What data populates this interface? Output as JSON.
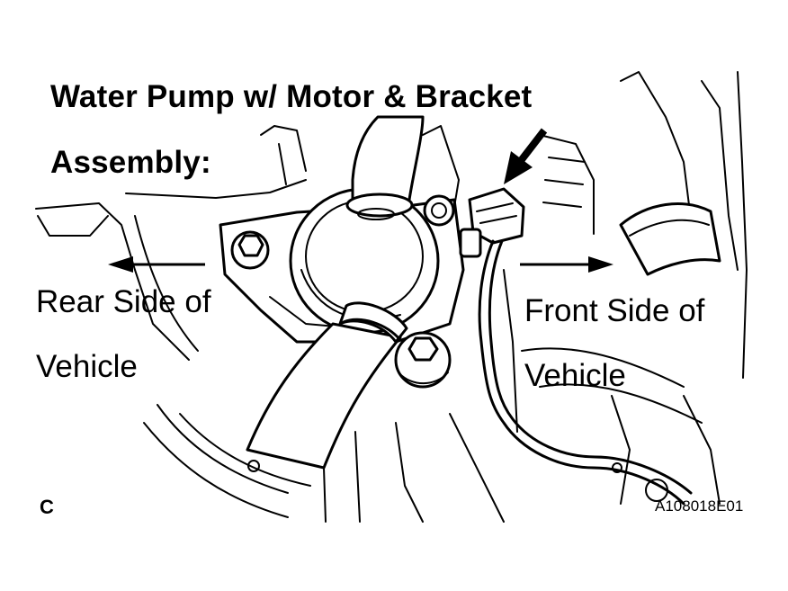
{
  "title": {
    "line1": "Water Pump w/ Motor & Bracket",
    "line2": "Assembly:"
  },
  "labels": {
    "rear_line1": "Rear Side of",
    "rear_line2": "Vehicle",
    "front_line1": "Front Side of",
    "front_line2": "Vehicle"
  },
  "figure": {
    "view_letter": "C",
    "code": "A108018E01"
  },
  "icons": {
    "connector_pointer": "arrow-down-left-icon",
    "rear_direction": "arrow-left-icon",
    "front_direction": "arrow-right-icon"
  }
}
